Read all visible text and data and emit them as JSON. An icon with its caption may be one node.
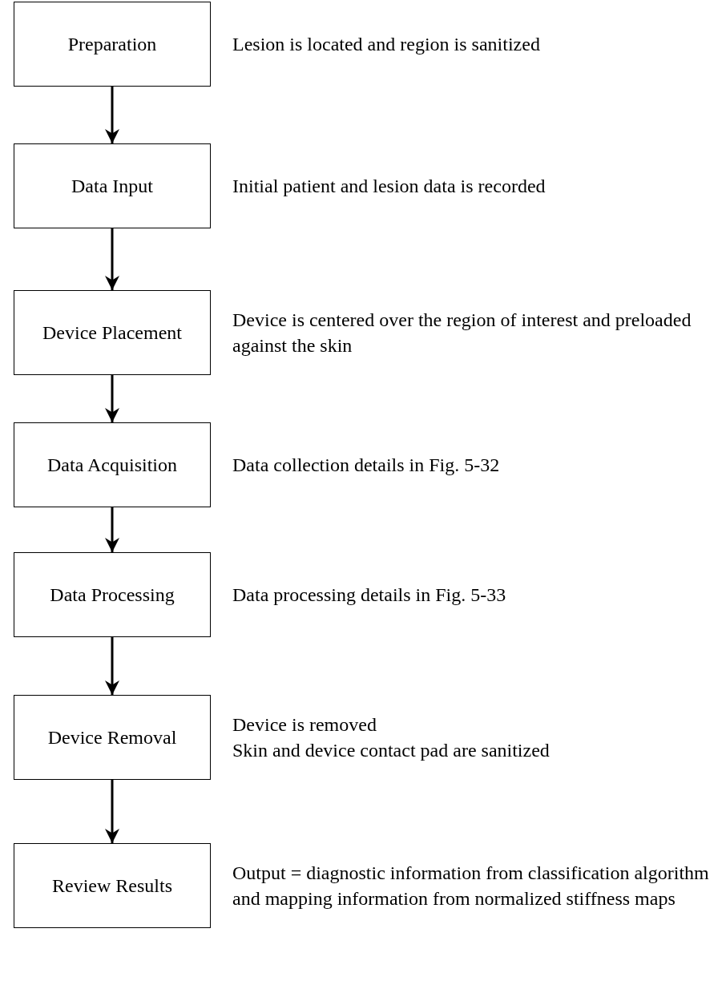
{
  "diagram": {
    "nodes": [
      {
        "text": [
          "Preparation"
        ],
        "beside": [
          "Lesion is located and region is sanitized"
        ]
      },
      {
        "text": [
          "Data Input"
        ],
        "beside": [
          "Initial patient and lesion data is recorded"
        ]
      },
      {
        "text": [
          "Device Placement"
        ],
        "beside": [
          "Device is centered over the region of interest and preloaded against the skin"
        ]
      },
      {
        "text": [
          "Data Acquisition"
        ],
        "beside": [
          "Data collection details in Fig. 5-32"
        ]
      },
      {
        "text": [
          "Data Processing"
        ],
        "beside": [
          "Data processing details in Fig. 5-33"
        ]
      },
      {
        "text": [
          "Device Removal"
        ],
        "beside": [
          "Device is removed",
          "Skin and device contact pad are sanitized"
        ]
      },
      {
        "text": [
          "Review Results"
        ],
        "beside": [
          "Output = diagnostic information from classification algorithm and mapping information from normalized stiffness maps"
        ]
      }
    ],
    "edges": [
      {
        "from": 0,
        "to": 1,
        "arrow": "to"
      },
      {
        "from": 1,
        "to": 2,
        "arrow": "to"
      },
      {
        "from": 2,
        "to": 3,
        "arrow": "to"
      },
      {
        "from": 3,
        "to": 4,
        "arrow": "to"
      },
      {
        "from": 4,
        "to": 5,
        "arrow": "to"
      },
      {
        "from": 5,
        "to": 6,
        "arrow": "to"
      }
    ]
  }
}
